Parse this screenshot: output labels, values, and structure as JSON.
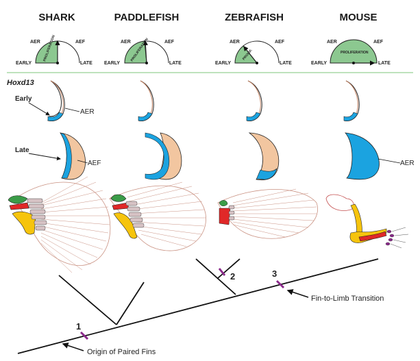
{
  "species": [
    "SHARK",
    "PADDLEFISH",
    "ZEBRAFISH",
    "MOUSE"
  ],
  "gauge_labels": {
    "aer": "AER",
    "aef": "AEF",
    "early": "EARLY",
    "late": "LATE"
  },
  "gauge_inner": [
    "PROLIFERATION",
    "PROLIFERATION",
    "PROLIF.",
    "PROLIFERATION"
  ],
  "gene_label": "Hoxd13",
  "stage_labels": {
    "early": "Early",
    "late": "Late"
  },
  "bud_labels": {
    "aer_early": "AER",
    "aef_late": "AEF",
    "aer_mouse_late": "AER"
  },
  "tree": {
    "nodes": [
      "1",
      "2",
      "3"
    ],
    "annotation_1": "Origin of Paired Fins",
    "annotation_3": "Fin-to-Limb Transition"
  },
  "colors": {
    "proliferation_green": "#8cc890",
    "hox_blue": "#1ba3e0",
    "fin_tan": "#f2c6a0",
    "divider_green": "#7dc57a",
    "node_marker": "#8b2a8b"
  }
}
